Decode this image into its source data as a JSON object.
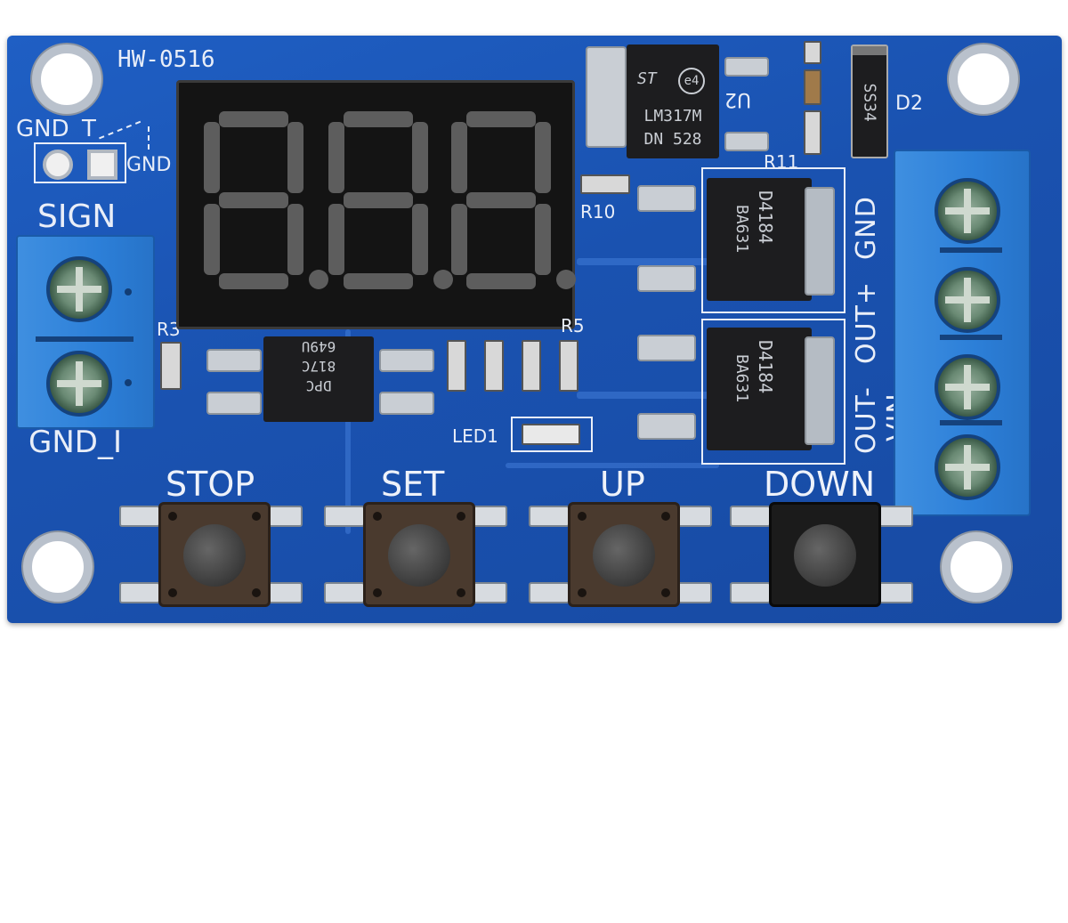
{
  "board": {
    "model": "HW-0516",
    "display_digits": [
      "8.",
      "8.",
      "8."
    ],
    "labels": {
      "gnd_top": "GND",
      "t": "T",
      "gnd_small": "GND",
      "sign": "SIGN",
      "gnd_1": "GND_I",
      "r3": "R3",
      "r5": "R5",
      "r10": "R10",
      "r11": "R11",
      "u2": "U2",
      "d2": "D2",
      "led1": "LED1",
      "terminal_pins": [
        "VIN",
        "GND",
        "OUT+",
        "OUT-"
      ]
    },
    "chips": {
      "regulator_line1": "LM317M",
      "regulator_line2": "DN 528",
      "regulator_logo": "ST",
      "regulator_mark": "e4",
      "diode": "SS34",
      "opto_line1": "DPC",
      "opto_line2": "817C",
      "opto_line3": "649U",
      "mosfet_top_line1": "D4184",
      "mosfet_top_line2": "BA631",
      "mosfet_bottom_line1": "D4184",
      "mosfet_bottom_line2": "BA631"
    },
    "buttons": [
      {
        "label": "STOP"
      },
      {
        "label": "SET"
      },
      {
        "label": "UP"
      },
      {
        "label": "DOWN"
      }
    ]
  }
}
